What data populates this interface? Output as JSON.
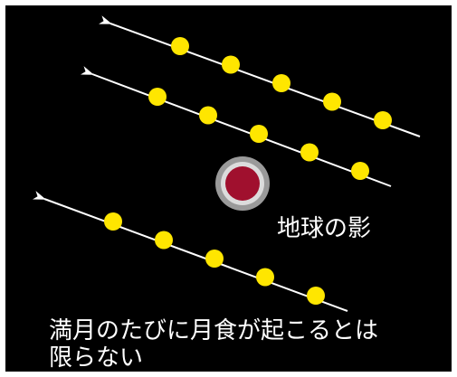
{
  "labels": {
    "earth_shadow": "地球の影",
    "caption_line1": "満月のたびに月食が起こるとは",
    "caption_line2": "限らない"
  },
  "colors": {
    "background": "#000000",
    "frame": "#ffffff",
    "moon": "#ffe600",
    "path": "#ffffff",
    "penumbra": "#9a9a9a",
    "umbra": "#a0102e"
  },
  "moon_paths": [
    {
      "direction": "upper-left",
      "moon_count": 5
    },
    {
      "direction": "upper-left",
      "moon_count": 5
    },
    {
      "direction": "upper-left",
      "moon_count": 5
    }
  ]
}
